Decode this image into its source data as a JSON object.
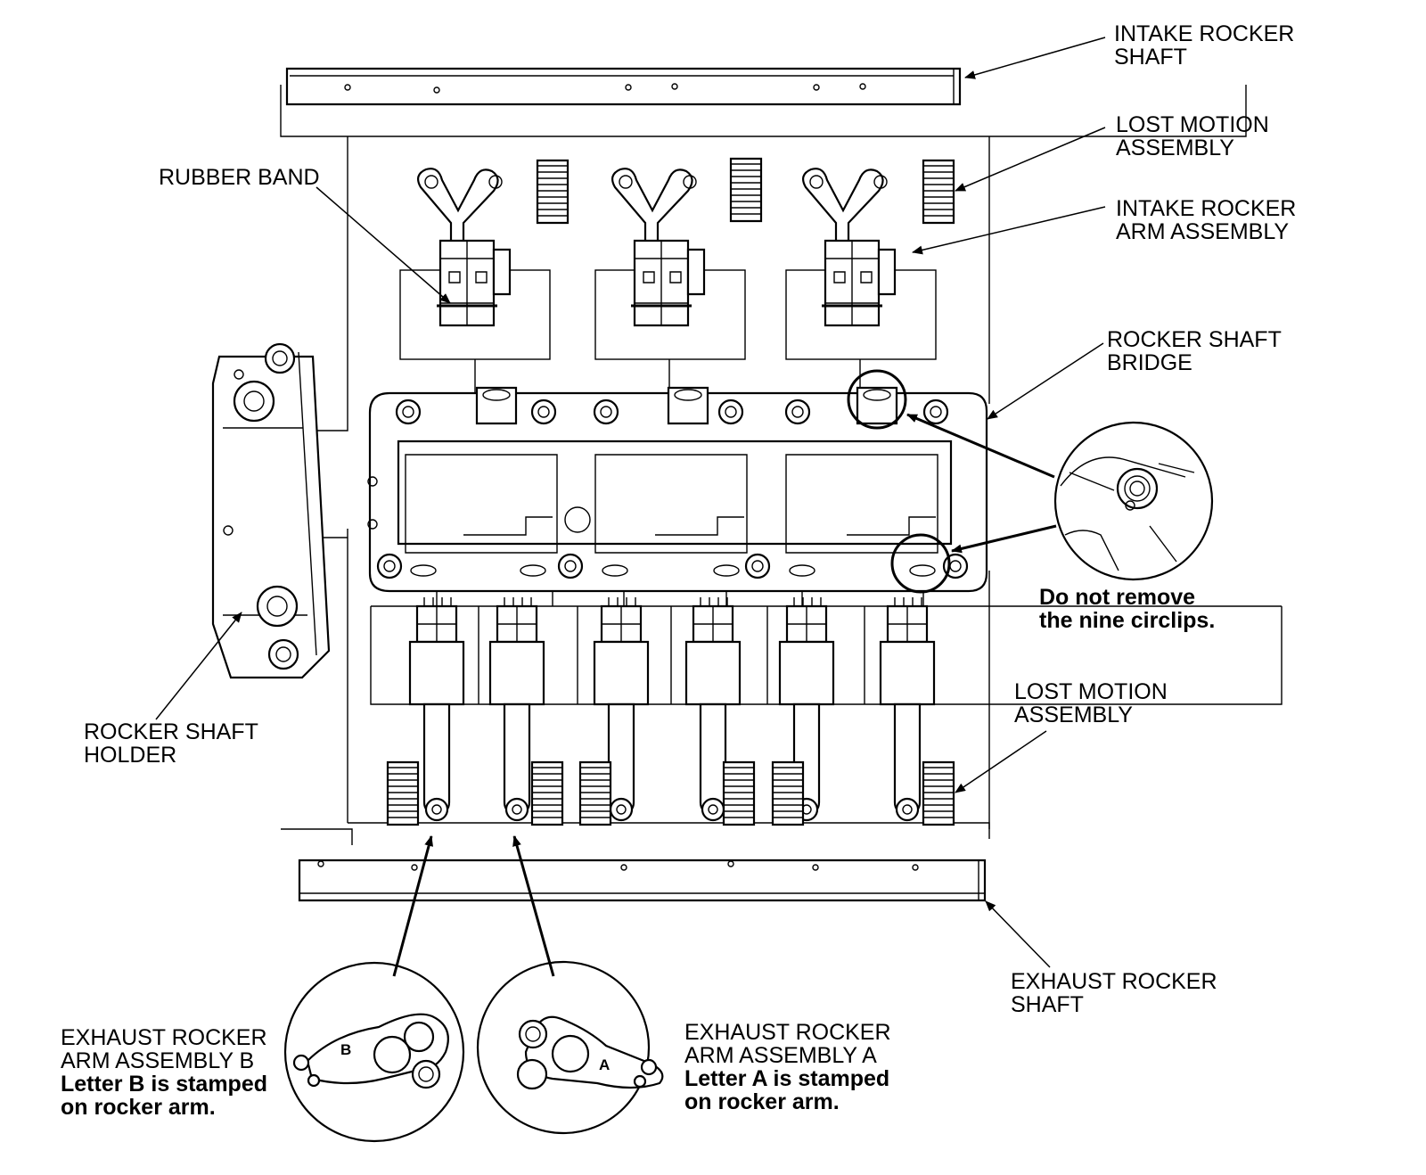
{
  "labels": {
    "intake_rocker_shaft": [
      "INTAKE ROCKER",
      "SHAFT"
    ],
    "lost_motion_top": [
      "LOST MOTION",
      "ASSEMBLY"
    ],
    "rubber_band": [
      "RUBBER BAND"
    ],
    "intake_rocker_arm": [
      "INTAKE ROCKER",
      "ARM ASSEMBLY"
    ],
    "rocker_shaft_bridge": [
      "ROCKER SHAFT",
      "BRIDGE"
    ],
    "circlip_note": [
      "Do not remove",
      "the nine circlips."
    ],
    "lost_motion_bottom": [
      "LOST MOTION",
      "ASSEMBLY"
    ],
    "rocker_shaft_holder": [
      "ROCKER SHAFT",
      "HOLDER"
    ],
    "exhaust_rocker_shaft": [
      "EXHAUST ROCKER",
      "SHAFT"
    ],
    "exhaust_arm_b": [
      "EXHAUST ROCKER",
      "ARM ASSEMBLY B",
      "Letter B is stamped",
      "on rocker arm."
    ],
    "exhaust_arm_a": [
      "EXHAUST ROCKER",
      "ARM ASSEMBLY A",
      "Letter A is stamped",
      "on rocker arm."
    ]
  },
  "stamps": {
    "b": "B",
    "a": "A"
  }
}
